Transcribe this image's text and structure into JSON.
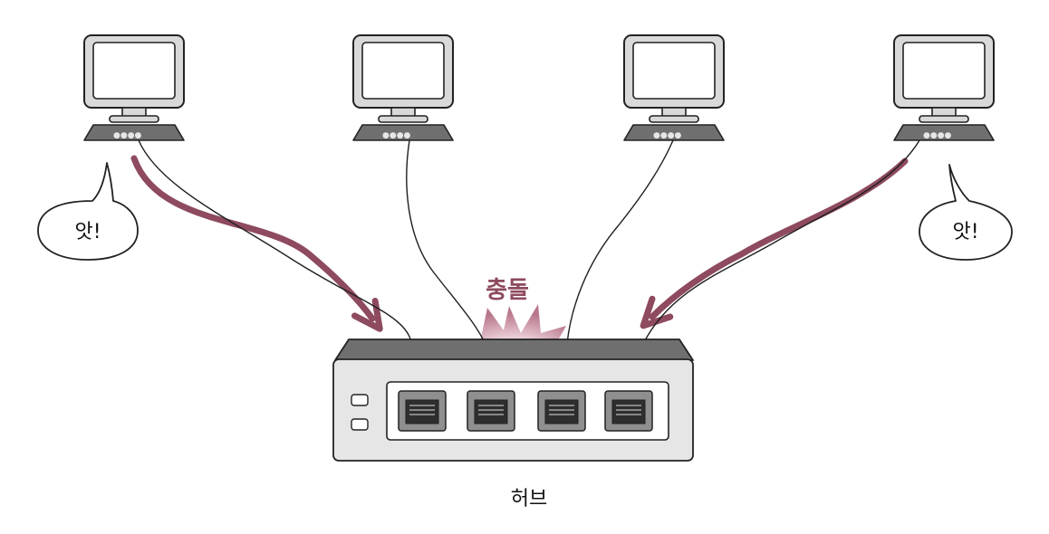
{
  "speech_left": "앗!",
  "speech_right": "앗!",
  "collision_label": "충돌",
  "hub_label": "허브",
  "colors": {
    "accent": "#8e4a5e",
    "burst_edge": "#c07d92",
    "burst_center": "#ffffff",
    "device_fill": "#d9d9d9",
    "device_dark": "#6f6f6f",
    "outline": "#222222"
  }
}
